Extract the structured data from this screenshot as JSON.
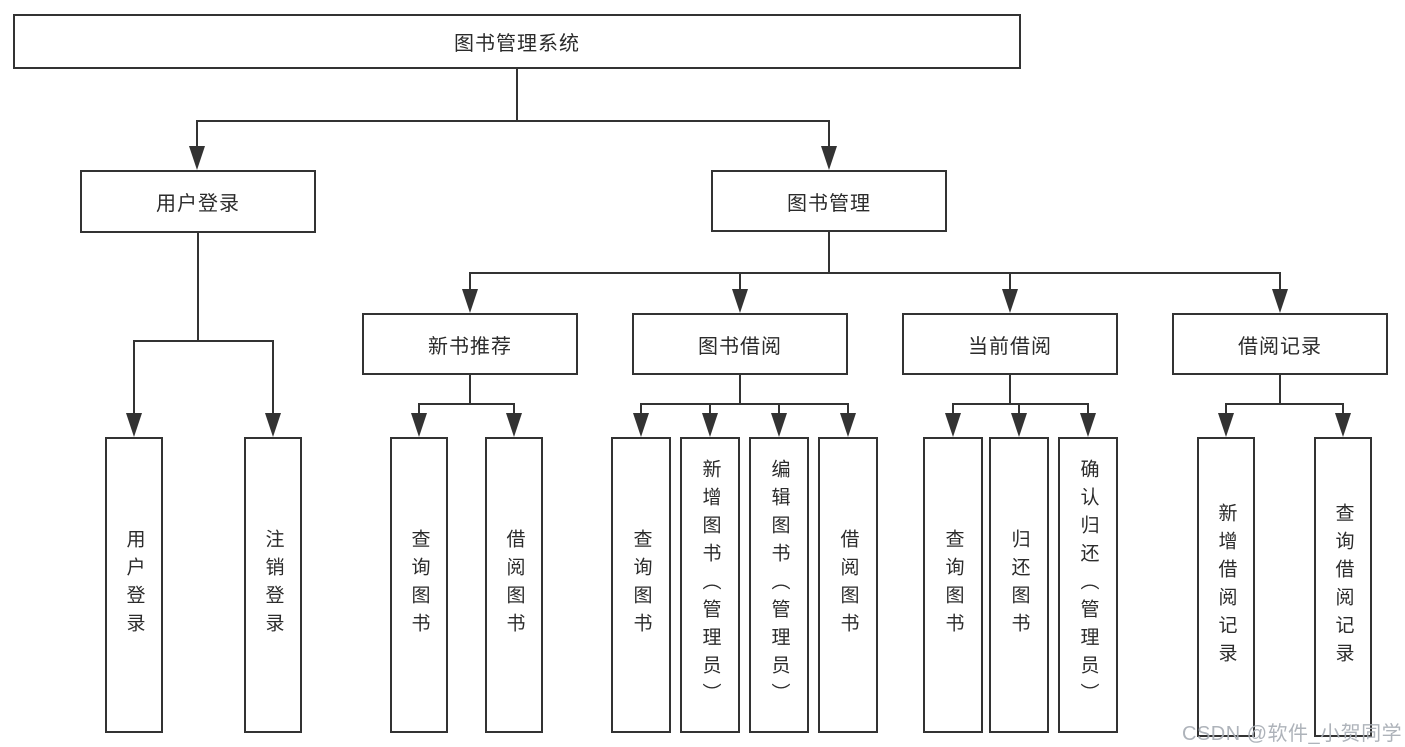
{
  "diagram": {
    "type": "hierarchy-tree",
    "title": "图书管理系统",
    "colors": {
      "line": "#333333",
      "border": "#333333",
      "text": "#2b2b2b",
      "background": "#ffffff",
      "watermark": "#aab0b6"
    },
    "nodes": {
      "root": {
        "label": "图书管理系统"
      },
      "level2": [
        {
          "label": "用户登录"
        },
        {
          "label": "图书管理"
        }
      ],
      "level3": [
        {
          "label": "新书推荐"
        },
        {
          "label": "图书借阅"
        },
        {
          "label": "当前借阅"
        },
        {
          "label": "借阅记录"
        }
      ],
      "leaves": {
        "user_login": [
          "用户登录",
          "注销登录"
        ],
        "new_book": [
          "查询图书",
          "借阅图书"
        ],
        "book_borrow": [
          "查询图书",
          "新增图书（管理员）",
          "编辑图书（管理员）",
          "借阅图书"
        ],
        "current_borrow": [
          "查询图书",
          "归还图书",
          "确认归还（管理员）"
        ],
        "borrow_record": [
          "新增借阅记录",
          "查询借阅记录"
        ]
      }
    },
    "edges": [
      "图书管理系统 -> 用户登录",
      "图书管理系统 -> 图书管理",
      "用户登录 -> 用户登录(叶)",
      "用户登录 -> 注销登录",
      "图书管理 -> 新书推荐",
      "图书管理 -> 图书借阅",
      "图书管理 -> 当前借阅",
      "图书管理 -> 借阅记录",
      "新书推荐 -> 查询图书",
      "新书推荐 -> 借阅图书",
      "图书借阅 -> 查询图书",
      "图书借阅 -> 新增图书（管理员）",
      "图书借阅 -> 编辑图书（管理员）",
      "图书借阅 -> 借阅图书",
      "当前借阅 -> 查询图书",
      "当前借阅 -> 归还图书",
      "当前借阅 -> 确认归还（管理员）",
      "借阅记录 -> 新增借阅记录",
      "借阅记录 -> 查询借阅记录"
    ]
  },
  "watermark": {
    "text": "CSDN @软件_小贺同学"
  }
}
